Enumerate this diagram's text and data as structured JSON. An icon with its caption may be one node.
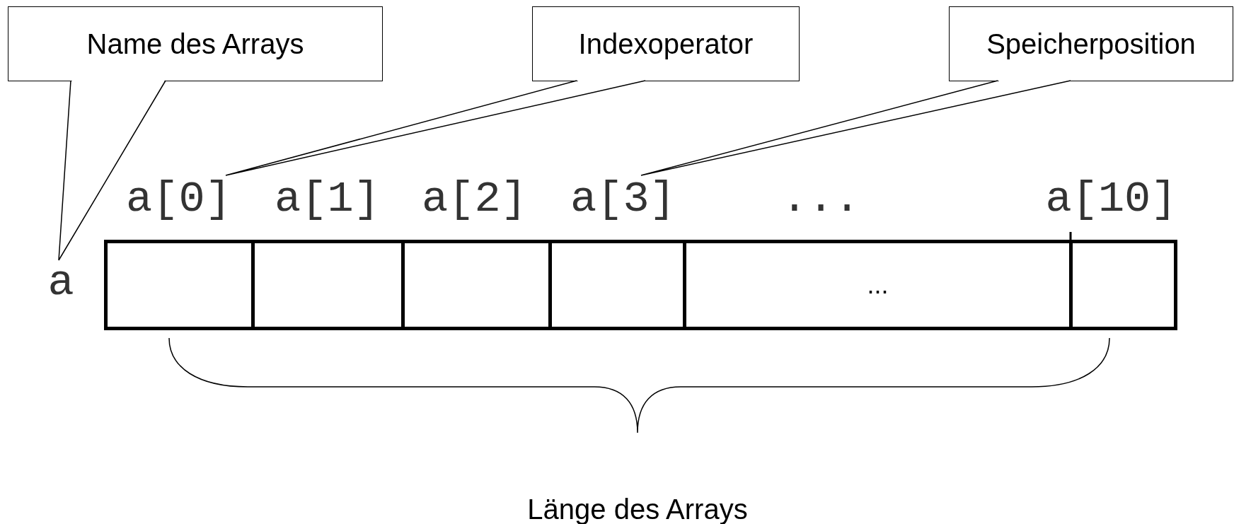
{
  "diagram": {
    "nodes": [
      {
        "text": [
          "Name des Arrays"
        ]
      },
      {
        "text": [
          "Indexoperator"
        ]
      },
      {
        "text": [
          "Speicherposition"
        ]
      },
      {
        "text": [
          "a[0]"
        ]
      },
      {
        "text": [
          "a[3]"
        ]
      },
      {
        "text": [
          "a"
        ]
      },
      {
        "text": [],
        "shape": "box"
      },
      {
        "text": [],
        "shape": "box"
      },
      {
        "text": [],
        "shape": "box"
      },
      {
        "text": [],
        "shape": "box"
      },
      {
        "text": [
          "..."
        ]
      },
      {
        "text": [],
        "shape": "box"
      }
    ],
    "edges": [
      {
        "from": 0,
        "to": 5,
        "arrow": "none"
      },
      {
        "from": 1,
        "to": 3,
        "arrow": "none"
      },
      {
        "from": 2,
        "to": 4,
        "arrow": "none"
      }
    ],
    "labels": [
      "a[1]",
      "a[2]",
      "...",
      "a[10]",
      "Länge des Arrays"
    ]
  }
}
